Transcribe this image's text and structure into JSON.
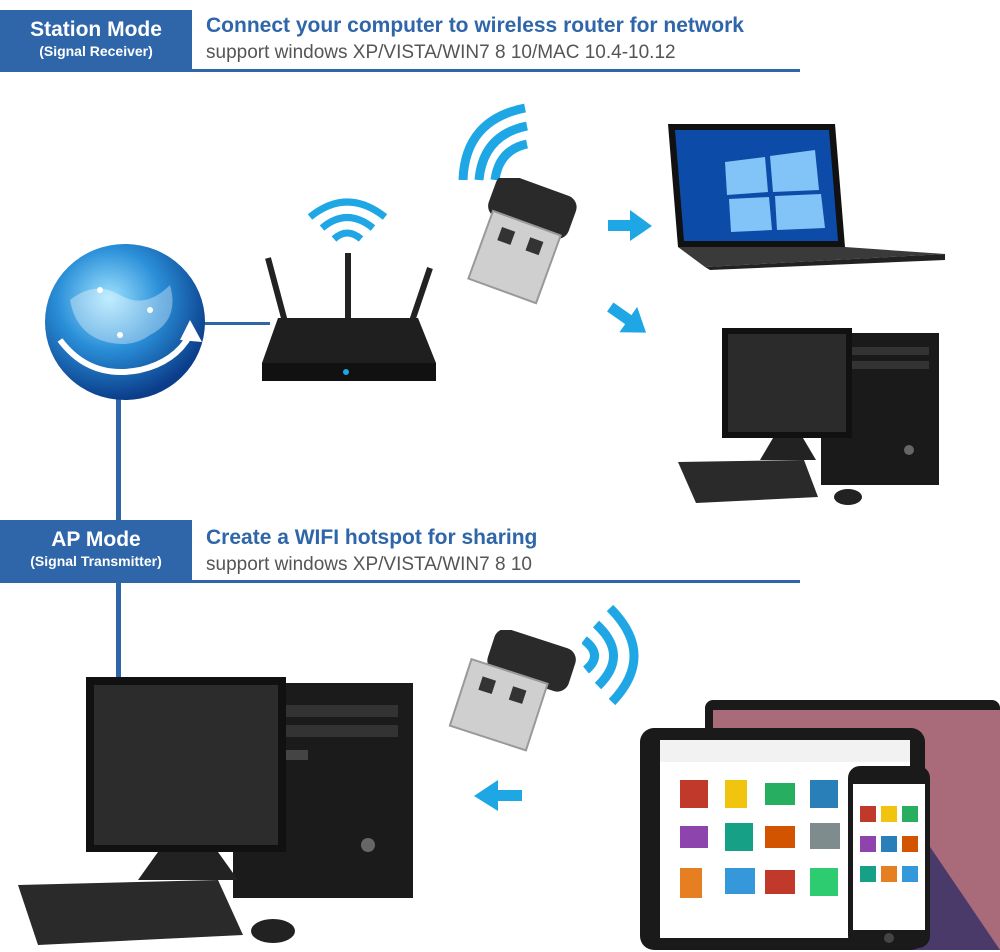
{
  "station": {
    "mode_title": "Station Mode",
    "mode_sub": "(Signal Receiver)",
    "heading": "Connect your computer to wireless router for network",
    "support": "support windows XP/VISTA/WIN7 8 10/MAC 10.4-10.12"
  },
  "ap": {
    "mode_title": "AP Mode",
    "mode_sub": "(Signal Transmitter)",
    "heading": "Create a WIFI hotspot for sharing",
    "support": "support windows XP/VISTA/WIN7 8 10"
  },
  "colors": {
    "brand_blue": "#2f66a9",
    "wifi_blue": "#1ea7e4",
    "device_dark": "#1c1c1c"
  },
  "icons": [
    "globe-icon",
    "router-icon",
    "wifi-icon",
    "usb-adapter-icon",
    "arrow-icon",
    "laptop-icon",
    "desktop-pc-icon",
    "tablet-icon",
    "phone-icon"
  ]
}
